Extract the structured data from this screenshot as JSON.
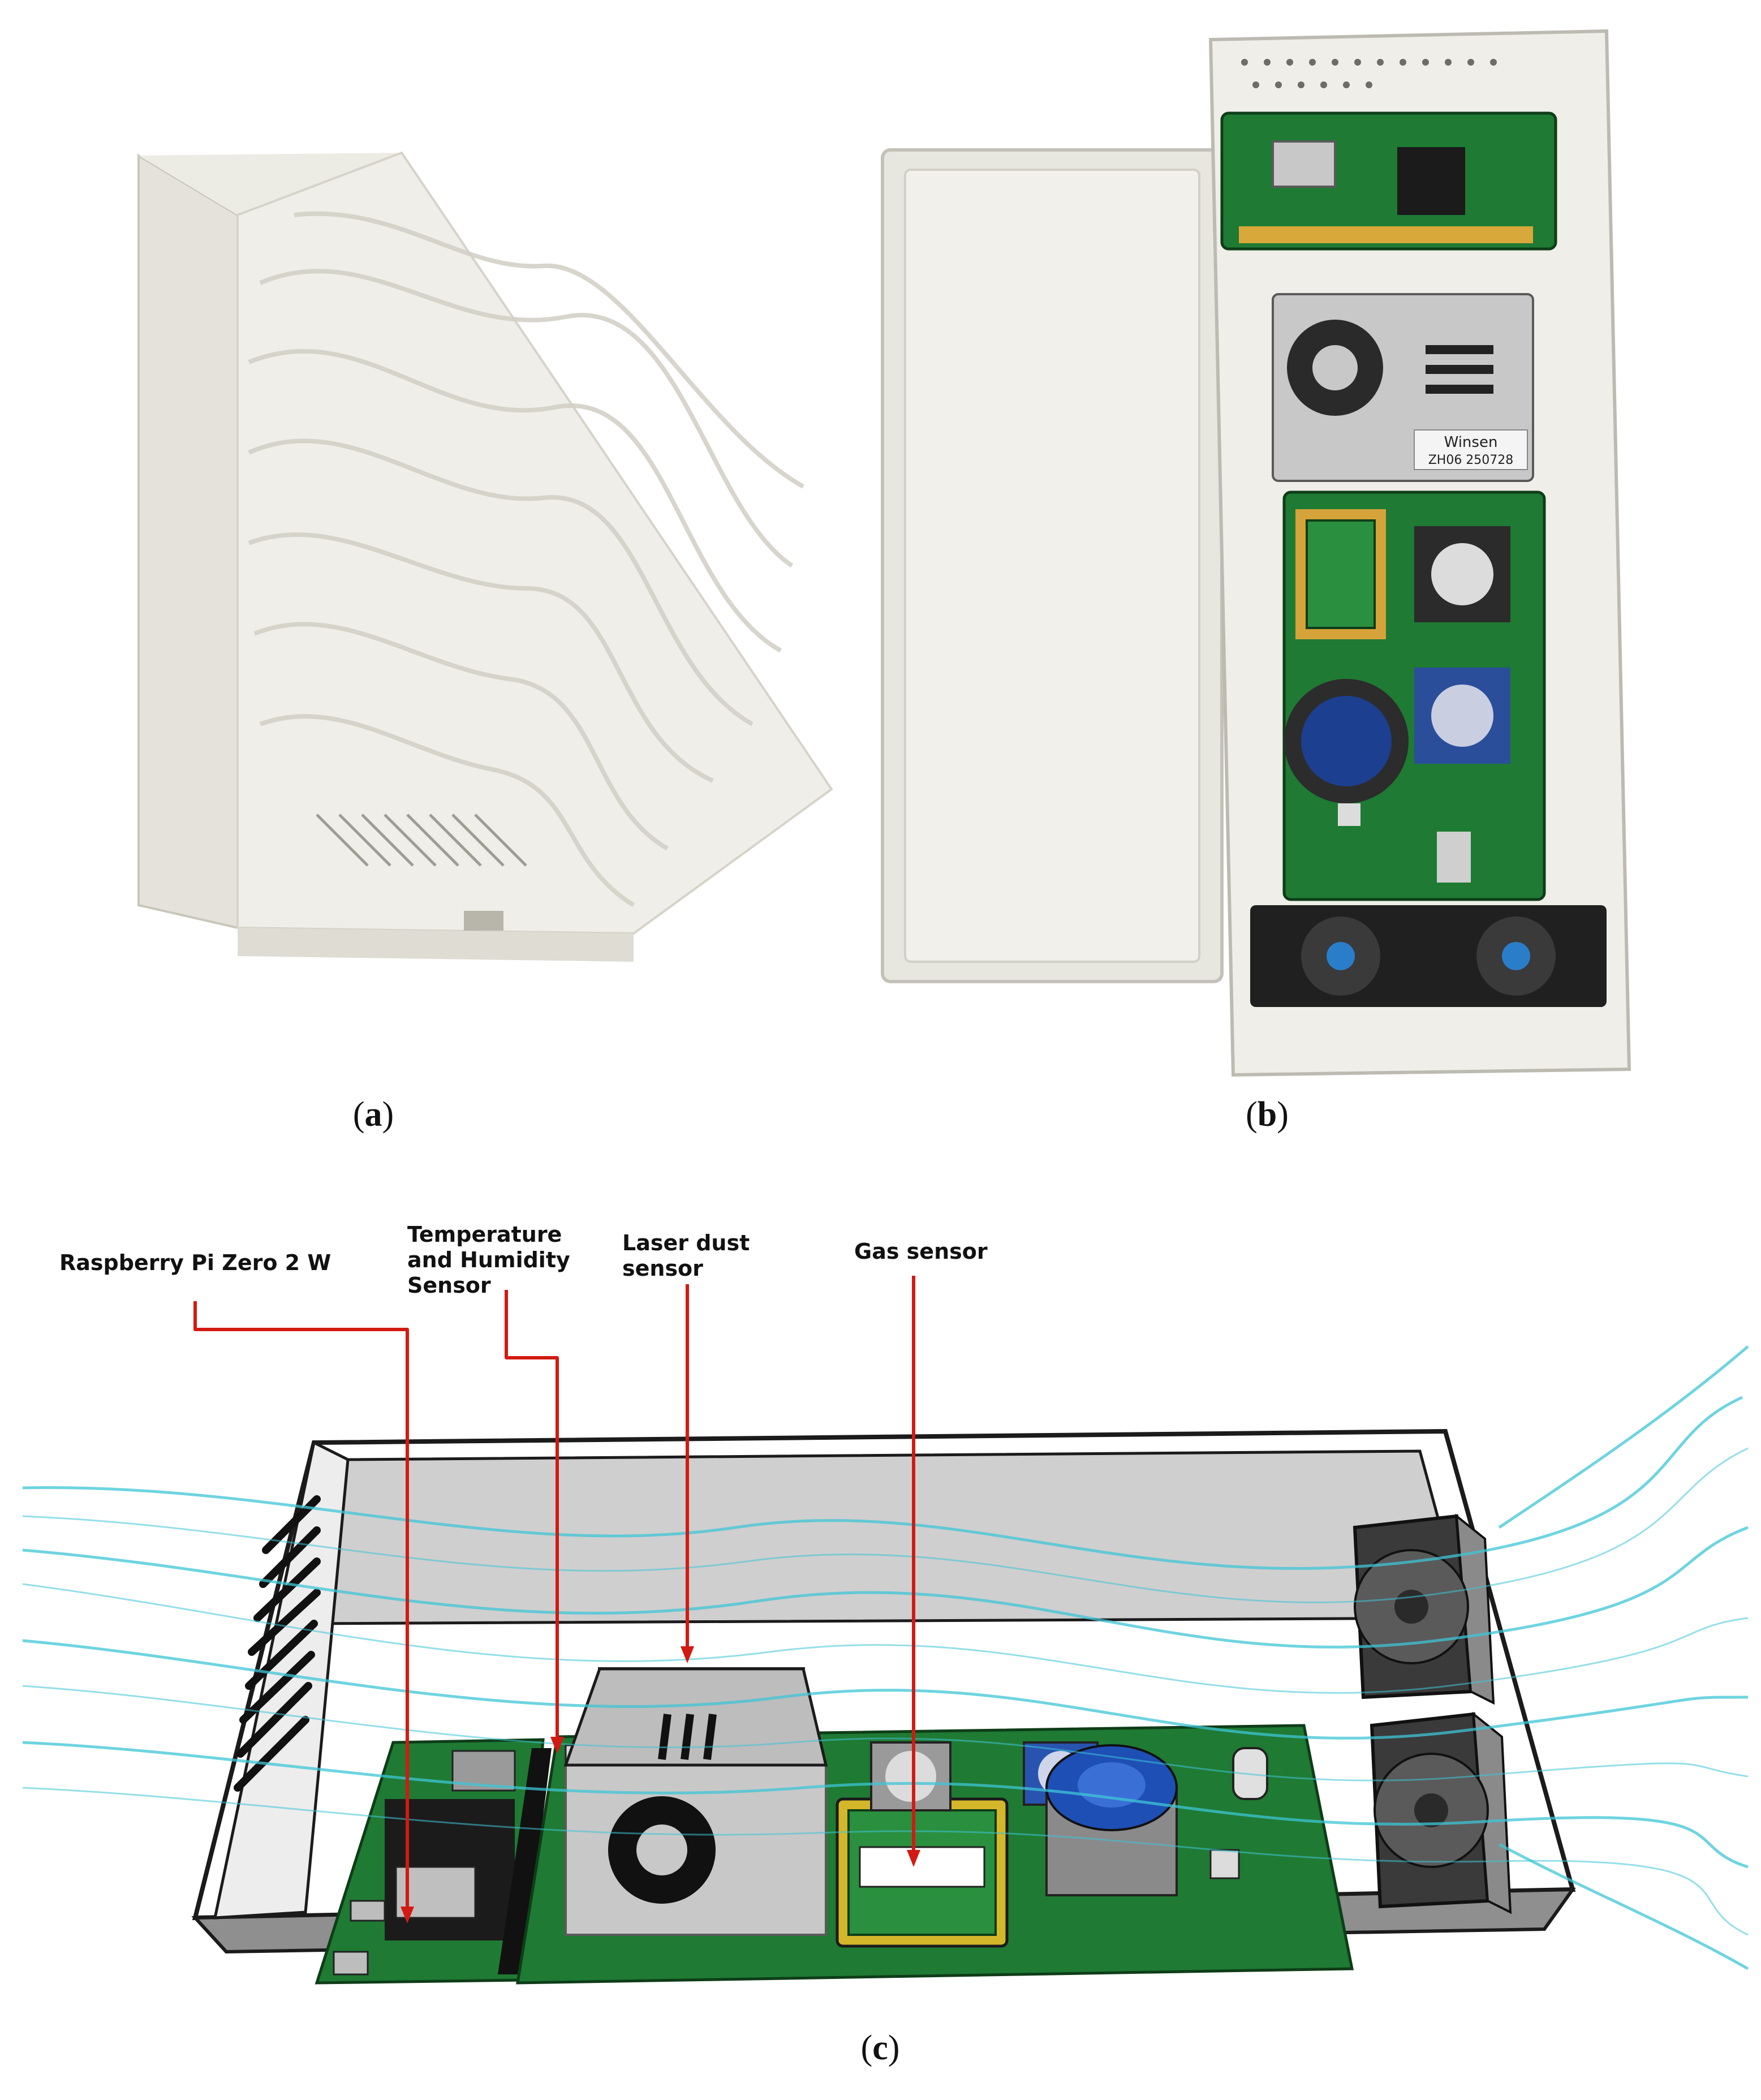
{
  "panels": [
    {
      "label": "a",
      "description": "closed textured white sensor enclosure"
    },
    {
      "label": "b",
      "description": "opened enclosure with electronics"
    },
    {
      "label": "c",
      "description": "illustrated cutaway with airflow"
    }
  ],
  "captions": {
    "a": "a",
    "b": "b",
    "c": "c"
  },
  "callouts": [
    {
      "id": "rpi",
      "lines": [
        "Raspberry Pi Zero 2 W"
      ]
    },
    {
      "id": "temp",
      "lines": [
        "Temperature",
        "and Humidity",
        "Sensor"
      ]
    },
    {
      "id": "dust",
      "lines": [
        "Laser dust",
        "sensor"
      ]
    },
    {
      "id": "gas",
      "lines": [
        "Gas sensor"
      ]
    }
  ],
  "board_markings": {
    "module_brand": "Winsen",
    "module_code": "ZH06 250728"
  },
  "colors": {
    "leader": "#d21a12",
    "airflow": "#3ec5d6",
    "pcb": "#1f7a33",
    "enclosure": "#e9e7df"
  }
}
